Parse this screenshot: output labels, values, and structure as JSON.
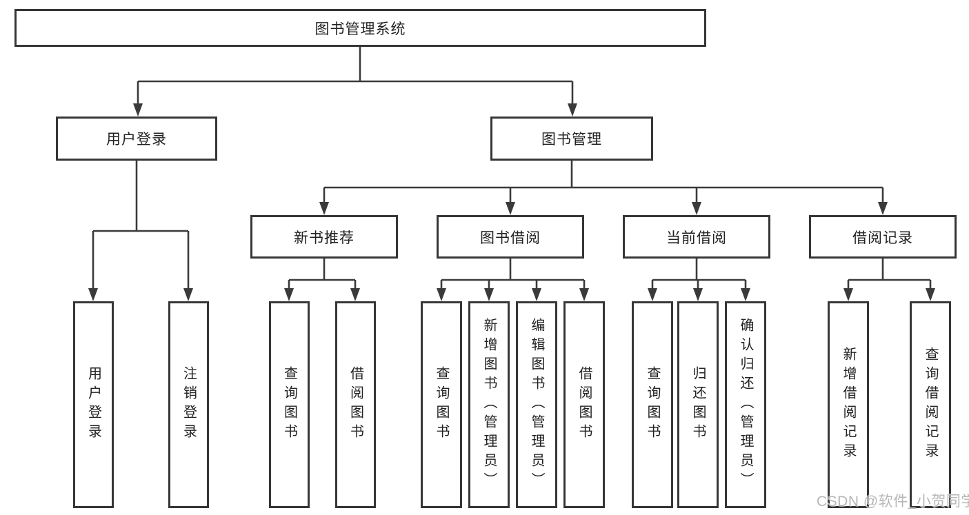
{
  "tree": {
    "label": "图书管理系统",
    "children": [
      {
        "label": "用户登录",
        "children": [
          {
            "label": "用户登录"
          },
          {
            "label": "注销登录"
          }
        ]
      },
      {
        "label": "图书管理",
        "children": [
          {
            "label": "新书推荐",
            "children": [
              {
                "label": "查询图书"
              },
              {
                "label": "借阅图书"
              }
            ]
          },
          {
            "label": "图书借阅",
            "children": [
              {
                "label": "查询图书"
              },
              {
                "label": "新增图书（管理员）"
              },
              {
                "label": "编辑图书（管理员）"
              },
              {
                "label": "借阅图书"
              }
            ]
          },
          {
            "label": "当前借阅",
            "children": [
              {
                "label": "查询图书"
              },
              {
                "label": "归还图书"
              },
              {
                "label": "确认归还（管理员）"
              }
            ]
          },
          {
            "label": "借阅记录",
            "children": [
              {
                "label": "新增借阅记录"
              },
              {
                "label": "查询借阅记录"
              }
            ]
          }
        ]
      }
    ]
  },
  "watermark": {
    "text": "CSDN @软件_小贺同学"
  },
  "colors": {
    "line": "#3a3a3a",
    "box_border": "#363636",
    "text": "#222222",
    "watermark": "#b6b6b6",
    "background": "#ffffff"
  }
}
